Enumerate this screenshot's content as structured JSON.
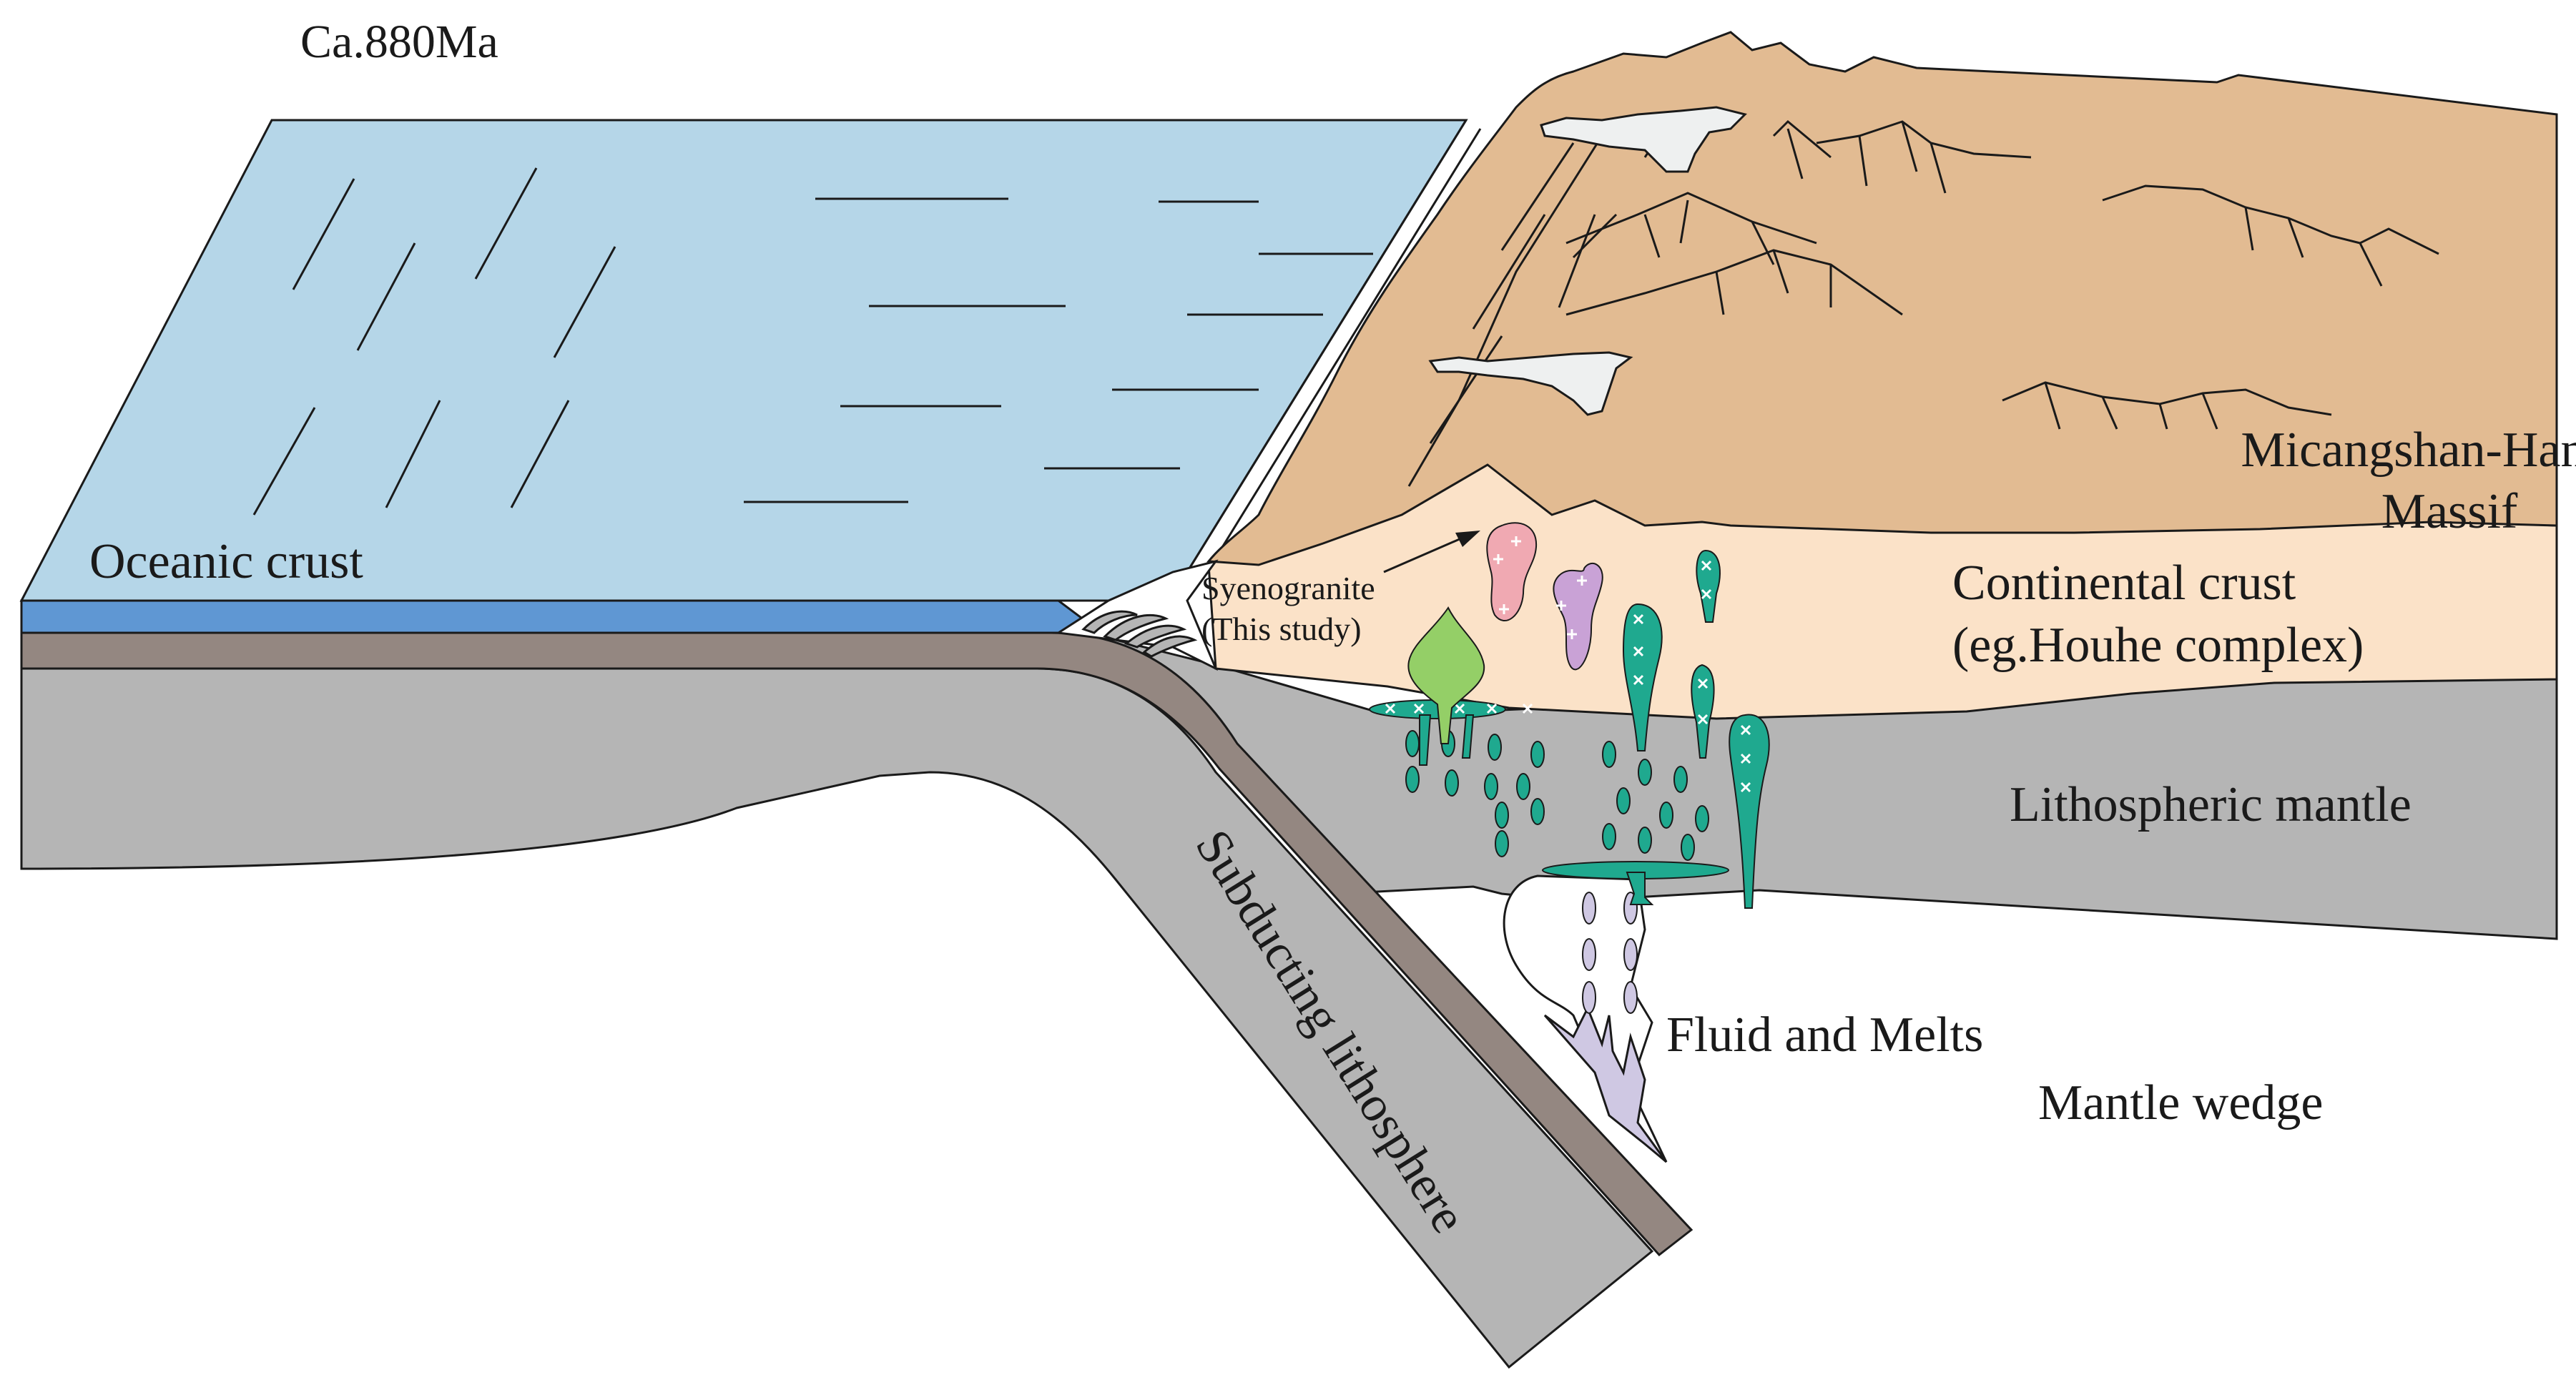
{
  "labels": {
    "age": "Ca.880Ma",
    "oceanic_crust": "Oceanic crust",
    "massif_line1": "Micangshan-Hannan",
    "massif_line2": "Massif",
    "continental_crust_line1": "Continental crust",
    "continental_crust_line2": "(eg.Houhe complex)",
    "lithospheric_mantle": "Lithospheric  mantle",
    "subducting_lithosphere": "Subducting lithosphere",
    "fluid_and_melts": "Fluid and Melts",
    "mantle_wedge": "Mantle wedge",
    "syenogranite_line1": "Syenogranite",
    "syenogranite_line2": "(This study)"
  },
  "colors": {
    "ocean_surface": "#b5d6e8",
    "oceanic_crust_band": "#5f97d3",
    "slab_dark": "#948781",
    "mantle": "#b5b5b5",
    "continental_crust": "#fbe2c8",
    "massif_terrain": "#e2bb92",
    "snow": "#eef0f0",
    "mafic_intrusion": "#1fa98f",
    "syenogranite_pink": "#f0a9b2",
    "purple_pluton": "#c9a2d6",
    "green_pluton": "#94cf67",
    "melt_lavender": "#cfc8e3",
    "outline": "#1a1a1a"
  }
}
